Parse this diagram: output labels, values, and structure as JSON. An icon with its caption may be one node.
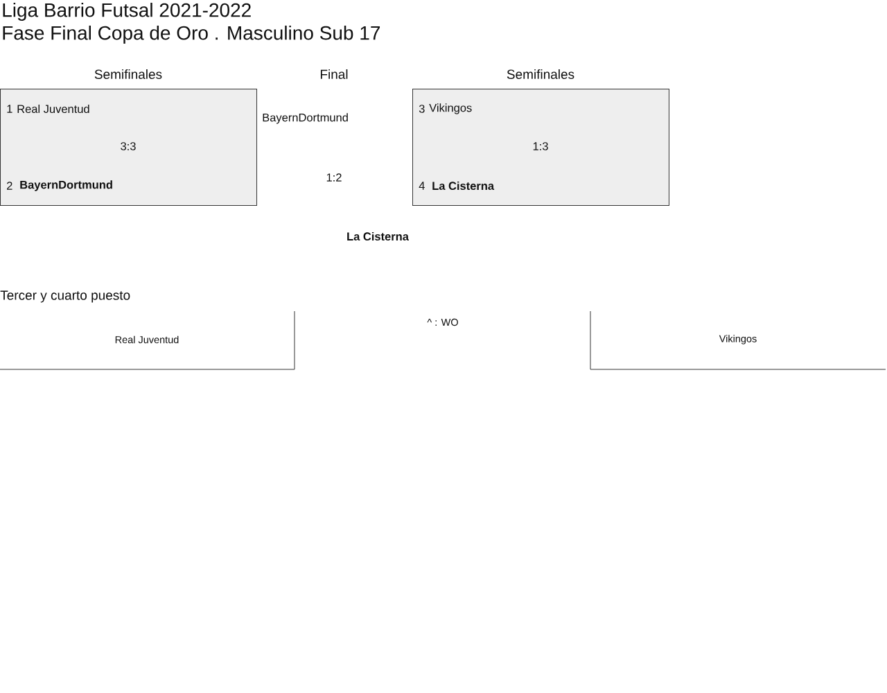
{
  "diagram": {
    "title": "Liga Barrio Futsal 2021-2022",
    "nodes": [
      {
        "text": [
          "1",
          "Real Juventud",
          "3:3",
          "2",
          "BayernDortmund"
        ]
      },
      {
        "text": [
          "3",
          "Vikingos",
          "1:3",
          "4",
          "La Cisterna"
        ]
      }
    ],
    "labels": [
      "Fase Final Copa de Oro . Masculino Sub 17",
      "Semifinales",
      "Final",
      "Semifinales",
      "BayernDortmund",
      "1:2",
      "La Cisterna",
      "Tercer y cuarto puesto",
      "Real Juventud",
      "^ : WO",
      "Vikingos"
    ]
  }
}
